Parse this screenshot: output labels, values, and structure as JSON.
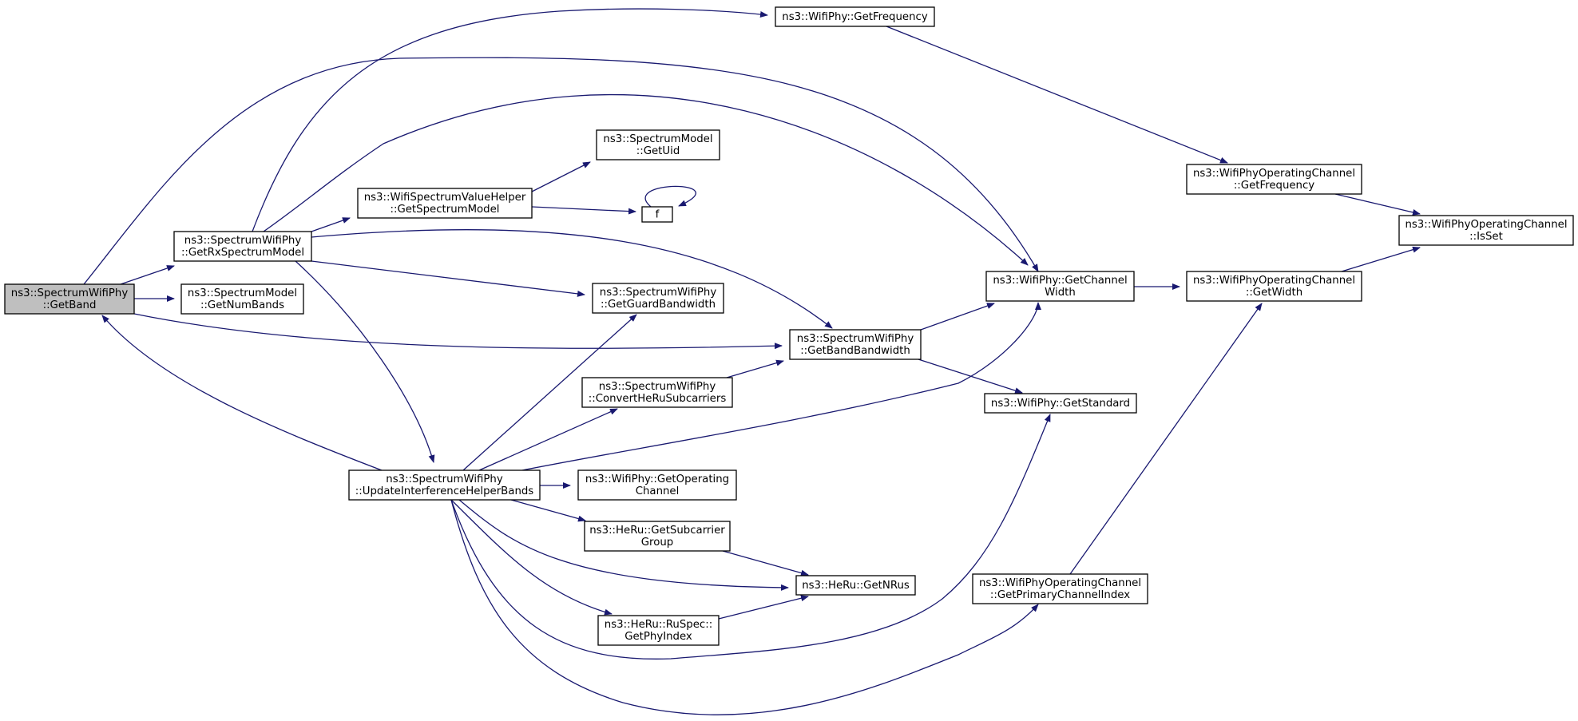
{
  "colors": {
    "edge": "#191970",
    "node_fill": "#ffffff",
    "focus_fill": "#bfbfbf",
    "node_border": "#000000"
  },
  "nodes": [
    {
      "id": "getband",
      "lines": [
        "ns3::SpectrumWifiPhy",
        "::GetBand"
      ],
      "focus": true
    },
    {
      "id": "getrxspectrummodel",
      "lines": [
        "ns3::SpectrumWifiPhy",
        "::GetRxSpectrumModel"
      ]
    },
    {
      "id": "getnumbands",
      "lines": [
        "ns3::SpectrumModel",
        "::GetNumBands"
      ]
    },
    {
      "id": "updateinterference",
      "lines": [
        "ns3::SpectrumWifiPhy",
        "::UpdateInterferenceHelperBands"
      ]
    },
    {
      "id": "getspectrummodel",
      "lines": [
        "ns3::WifiSpectrumValueHelper",
        "::GetSpectrumModel"
      ]
    },
    {
      "id": "getuid",
      "lines": [
        "ns3::SpectrumModel",
        "::GetUid"
      ]
    },
    {
      "id": "f",
      "lines": [
        "f"
      ]
    },
    {
      "id": "getguardbandwidth",
      "lines": [
        "ns3::SpectrumWifiPhy",
        "::GetGuardBandwidth"
      ]
    },
    {
      "id": "convertheru",
      "lines": [
        "ns3::SpectrumWifiPhy",
        "::ConvertHeRuSubcarriers"
      ]
    },
    {
      "id": "getoperatingchannel",
      "lines": [
        "ns3::WifiPhy::GetOperating",
        "Channel"
      ]
    },
    {
      "id": "getsubcarriergroup",
      "lines": [
        "ns3::HeRu::GetSubcarrier",
        "Group"
      ]
    },
    {
      "id": "getphyindex",
      "lines": [
        "ns3::HeRu::RuSpec::",
        "GetPhyIndex"
      ]
    },
    {
      "id": "getfrequency",
      "lines": [
        "ns3::WifiPhy::GetFrequency"
      ]
    },
    {
      "id": "getbandbandwidth",
      "lines": [
        "ns3::SpectrumWifiPhy",
        "::GetBandBandwidth"
      ]
    },
    {
      "id": "getnrus",
      "lines": [
        "ns3::HeRu::GetNRus"
      ]
    },
    {
      "id": "getchannelwidth",
      "lines": [
        "ns3::WifiPhy::GetChannel",
        "Width"
      ]
    },
    {
      "id": "getstandard",
      "lines": [
        "ns3::WifiPhy::GetStandard"
      ]
    },
    {
      "id": "getprimarychannelindex",
      "lines": [
        "ns3::WifiPhyOperatingChannel",
        "::GetPrimaryChannelIndex"
      ]
    },
    {
      "id": "opchan_getfrequency",
      "lines": [
        "ns3::WifiPhyOperatingChannel",
        "::GetFrequency"
      ]
    },
    {
      "id": "opchan_getwidth",
      "lines": [
        "ns3::WifiPhyOperatingChannel",
        "::GetWidth"
      ]
    },
    {
      "id": "opchan_isset",
      "lines": [
        "ns3::WifiPhyOperatingChannel",
        "::IsSet"
      ]
    }
  ],
  "edges": [
    {
      "from": "getband",
      "to": "getrxspectrummodel"
    },
    {
      "from": "getband",
      "to": "getnumbands"
    },
    {
      "from": "getband",
      "to": "getchannelwidth"
    },
    {
      "from": "getband",
      "to": "getbandbandwidth"
    },
    {
      "from": "getrxspectrummodel",
      "to": "getfrequency"
    },
    {
      "from": "getrxspectrummodel",
      "to": "getchannelwidth"
    },
    {
      "from": "getrxspectrummodel",
      "to": "getspectrummodel"
    },
    {
      "from": "getrxspectrummodel",
      "to": "getbandbandwidth"
    },
    {
      "from": "getrxspectrummodel",
      "to": "getguardbandwidth"
    },
    {
      "from": "getrxspectrummodel",
      "to": "updateinterference"
    },
    {
      "from": "updateinterference",
      "to": "getband"
    },
    {
      "from": "updateinterference",
      "to": "getguardbandwidth"
    },
    {
      "from": "updateinterference",
      "to": "convertheru"
    },
    {
      "from": "updateinterference",
      "to": "getchannelwidth"
    },
    {
      "from": "updateinterference",
      "to": "getoperatingchannel"
    },
    {
      "from": "updateinterference",
      "to": "getsubcarriergroup"
    },
    {
      "from": "updateinterference",
      "to": "getnrus"
    },
    {
      "from": "updateinterference",
      "to": "getphyindex"
    },
    {
      "from": "updateinterference",
      "to": "getstandard"
    },
    {
      "from": "updateinterference",
      "to": "getprimarychannelindex"
    },
    {
      "from": "getspectrummodel",
      "to": "getuid"
    },
    {
      "from": "getspectrummodel",
      "to": "f"
    },
    {
      "from": "f",
      "to": "f"
    },
    {
      "from": "convertheru",
      "to": "getbandbandwidth"
    },
    {
      "from": "getbandbandwidth",
      "to": "getchannelwidth"
    },
    {
      "from": "getbandbandwidth",
      "to": "getstandard"
    },
    {
      "from": "getsubcarriergroup",
      "to": "getnrus"
    },
    {
      "from": "getphyindex",
      "to": "getnrus"
    },
    {
      "from": "getfrequency",
      "to": "opchan_getfrequency"
    },
    {
      "from": "getchannelwidth",
      "to": "opchan_getwidth"
    },
    {
      "from": "getprimarychannelindex",
      "to": "opchan_getwidth"
    },
    {
      "from": "opchan_getfrequency",
      "to": "opchan_isset"
    },
    {
      "from": "opchan_getwidth",
      "to": "opchan_isset"
    }
  ]
}
